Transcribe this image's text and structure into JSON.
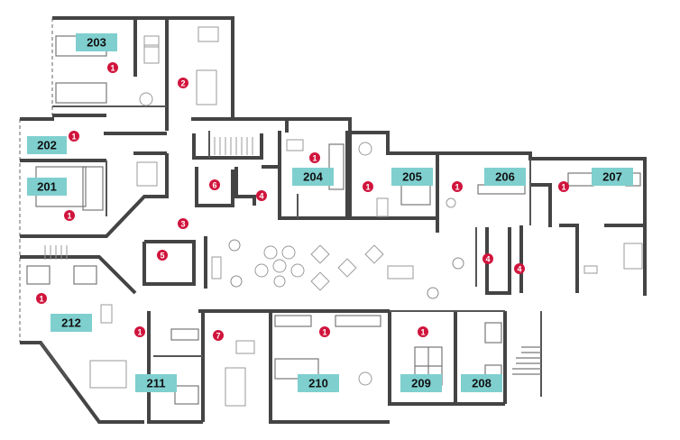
{
  "colors": {
    "label_fill": "#7fcfcf",
    "marker_fill": "#d0143c",
    "wall": "#444444",
    "furniture": "#9a9a9a"
  },
  "rooms": [
    "203",
    "202",
    "201",
    "212",
    "211",
    "210",
    "209",
    "208",
    "204",
    "205",
    "206",
    "207"
  ],
  "markers": [
    "1",
    "2",
    "1",
    "1",
    "3",
    "5",
    "6",
    "4",
    "1",
    "1",
    "1",
    "1",
    "4",
    "4",
    "1",
    "1",
    "7",
    "1",
    "1"
  ]
}
